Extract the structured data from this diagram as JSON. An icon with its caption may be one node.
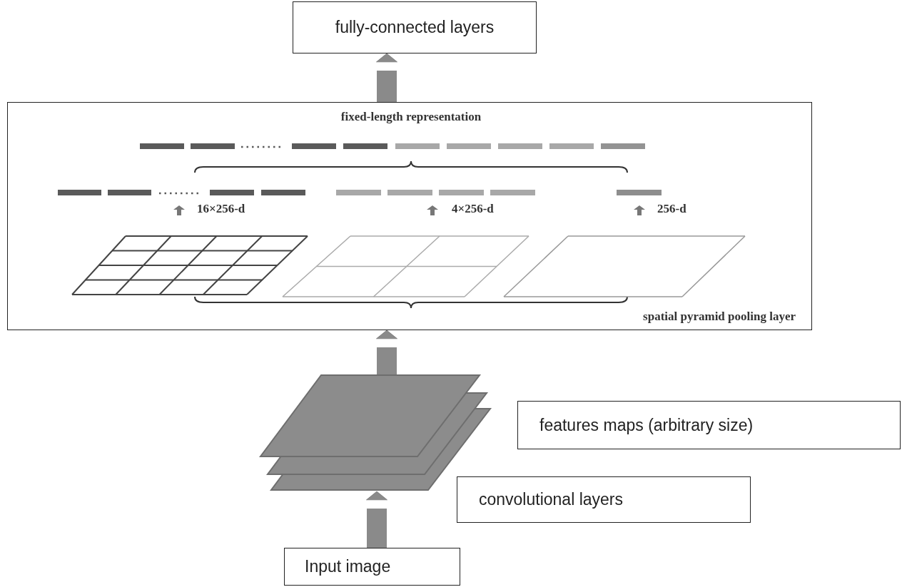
{
  "diagram": {
    "nodes": [
      {
        "text": [
          "fully-connected layers"
        ]
      },
      {
        "text": [
          "fixed-length representation",
          "spatial pyramid pooling layer"
        ]
      },
      {
        "text": [],
        "shape": "picture"
      },
      {
        "text": [
          "features maps (arbitrary size)"
        ]
      },
      {
        "text": [
          "convolutional layers"
        ]
      },
      {
        "text": [
          "Input image"
        ]
      }
    ],
    "edges": [
      {
        "from": 5,
        "to": 2,
        "arrow": "to"
      },
      {
        "from": 2,
        "to": 1,
        "arrow": "to"
      },
      {
        "from": 1,
        "to": 0,
        "arrow": "to"
      }
    ],
    "labels": [
      "16×256-d",
      "4×256-d",
      "256-d"
    ]
  }
}
